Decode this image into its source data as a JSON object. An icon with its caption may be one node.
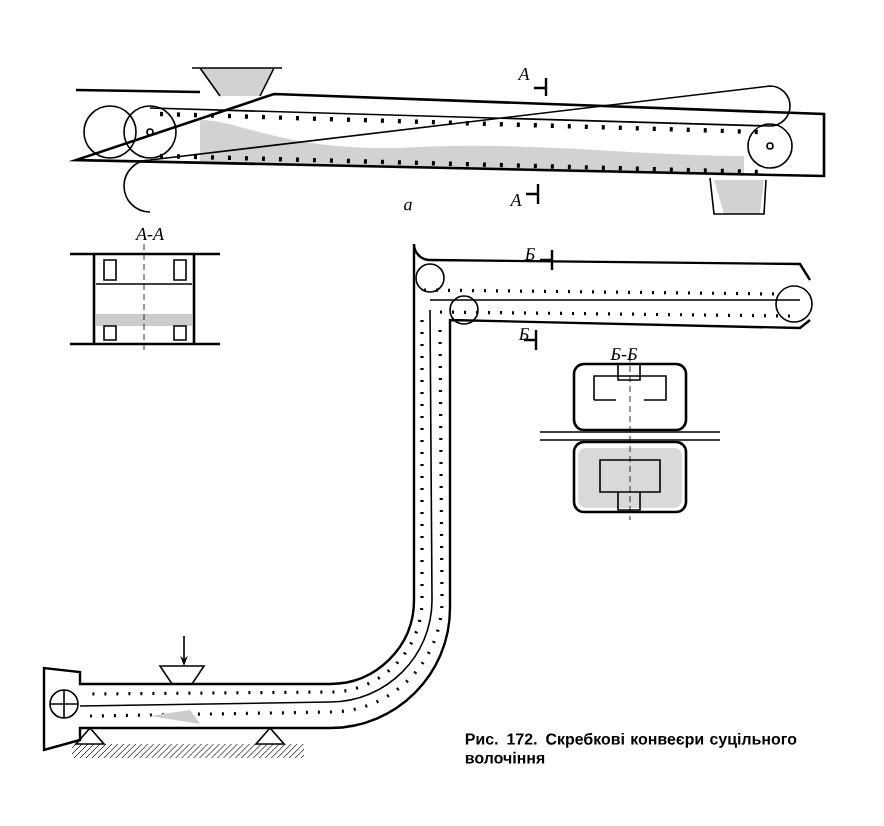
{
  "diagram": {
    "caption": "Рис. 172. Скребкові конвеєри суцільного волочіння",
    "labels": [
      "А",
      "А",
      "а",
      "А-А",
      "Б",
      "Б",
      "Б-Б"
    ]
  }
}
